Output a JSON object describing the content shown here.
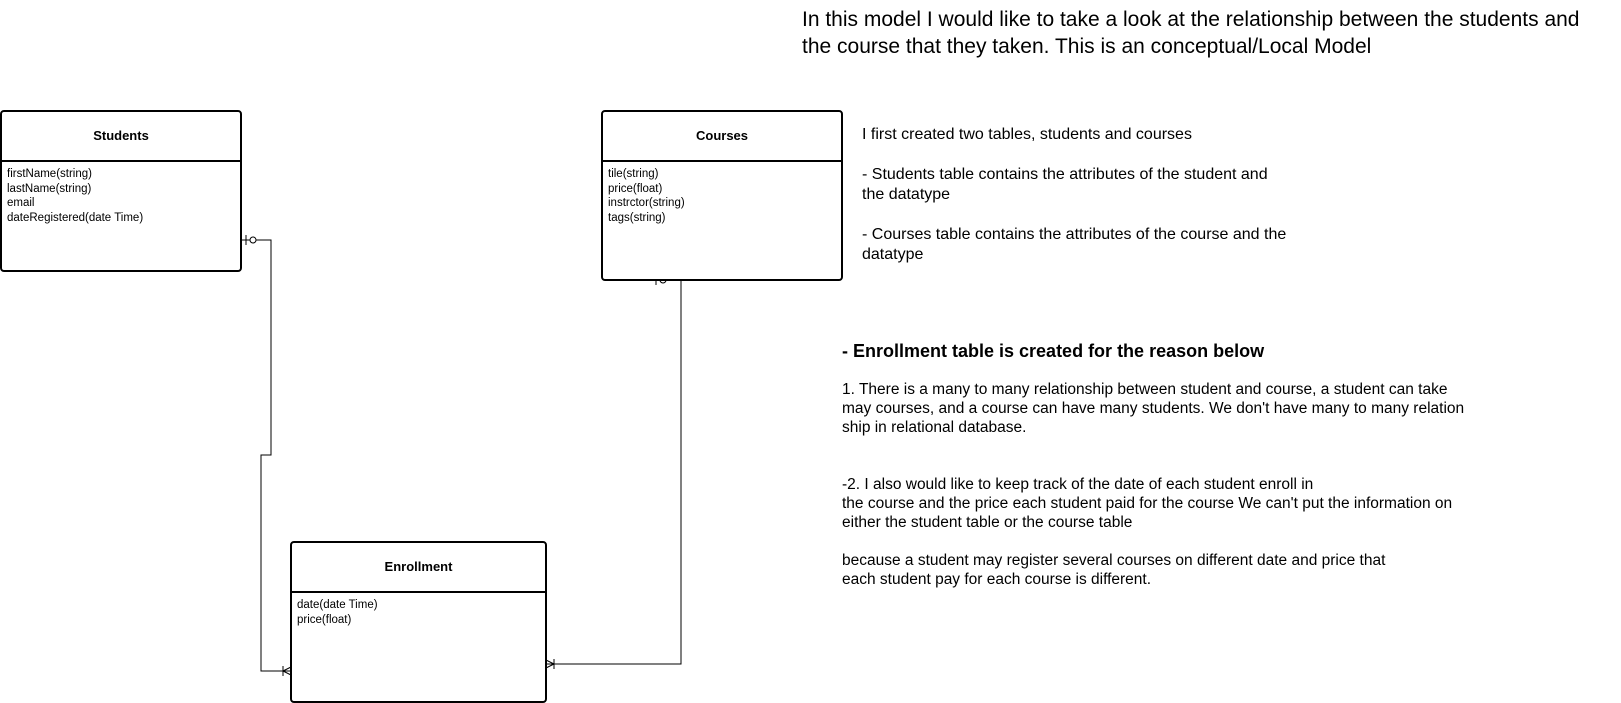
{
  "intro": "In this model I would like to take a look at the relationship between the students and\nthe course that they taken. This is an conceptual/Local Model",
  "entities": {
    "students": {
      "title": "Students",
      "attributes": [
        "firstName(string)",
        "lastName(string)",
        "email",
        "dateRegistered(date Time)"
      ]
    },
    "courses": {
      "title": "Courses",
      "attributes": [
        "tile(string)",
        "price(float)",
        "instrctor(string)",
        "tags(string)"
      ]
    },
    "enrollment": {
      "title": "Enrollment",
      "attributes": [
        "date(date Time)",
        "price(float)"
      ]
    }
  },
  "relationships": [
    {
      "from": "Students",
      "to": "Enrollment",
      "from_cardinality": "zero-or-one",
      "to_cardinality": "one-or-many"
    },
    {
      "from": "Courses",
      "to": "Enrollment",
      "from_cardinality": "zero-or-one",
      "to_cardinality": "one-or-many"
    }
  ],
  "notes": [
    "I first created two tables, students and courses",
    "- Students table contains the attributes of the student and\nthe datatype",
    "- Courses table contains the attributes of the course and the\ndatatype"
  ],
  "reasons": {
    "heading": "- Enrollment table is created for the reason below",
    "point1": "1. There is a many to many relationship between student and course, a student can take\nmay courses, and a course can have many students. We don't have many to many relation\nship in relational database.",
    "point2": "-2. I also would like to keep track of the date of each student enroll in\nthe course and the price each student paid for the course  We can't put the information on\n either the student table or the course table",
    "point3": "because a student may register several courses on different date and price that\neach student pay for each course is different."
  }
}
